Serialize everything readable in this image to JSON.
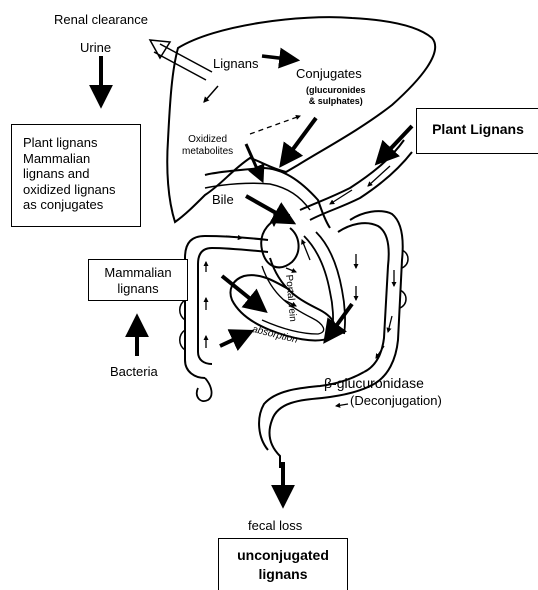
{
  "labels": {
    "renal_clearance": "Renal clearance",
    "urine": "Urine",
    "lignans": "Lignans",
    "conjugates": "Conjugates",
    "conjugates_detail": "(glucuronides\n& sulphates)",
    "oxidized_metabolites": "Oxidized\nmetabolites",
    "bile": "Bile",
    "portal_vein": "Portal vein",
    "absorption": "absorption",
    "bacteria": "Bacteria",
    "beta_glucuronidase": "β-glucuronidase",
    "deconjugation": "(Deconjugation)",
    "fecal_loss": "fecal loss"
  },
  "boxes": {
    "urine_contents": "Plant lignans\nMammalian\nlignans and\noxidized lignans\nas conjugates",
    "plant_lignans": "Plant Lignans",
    "mammalian_lignans": "Mammalian\nlignans",
    "unconjugated_lignans": "unconjugated\nlignans"
  }
}
